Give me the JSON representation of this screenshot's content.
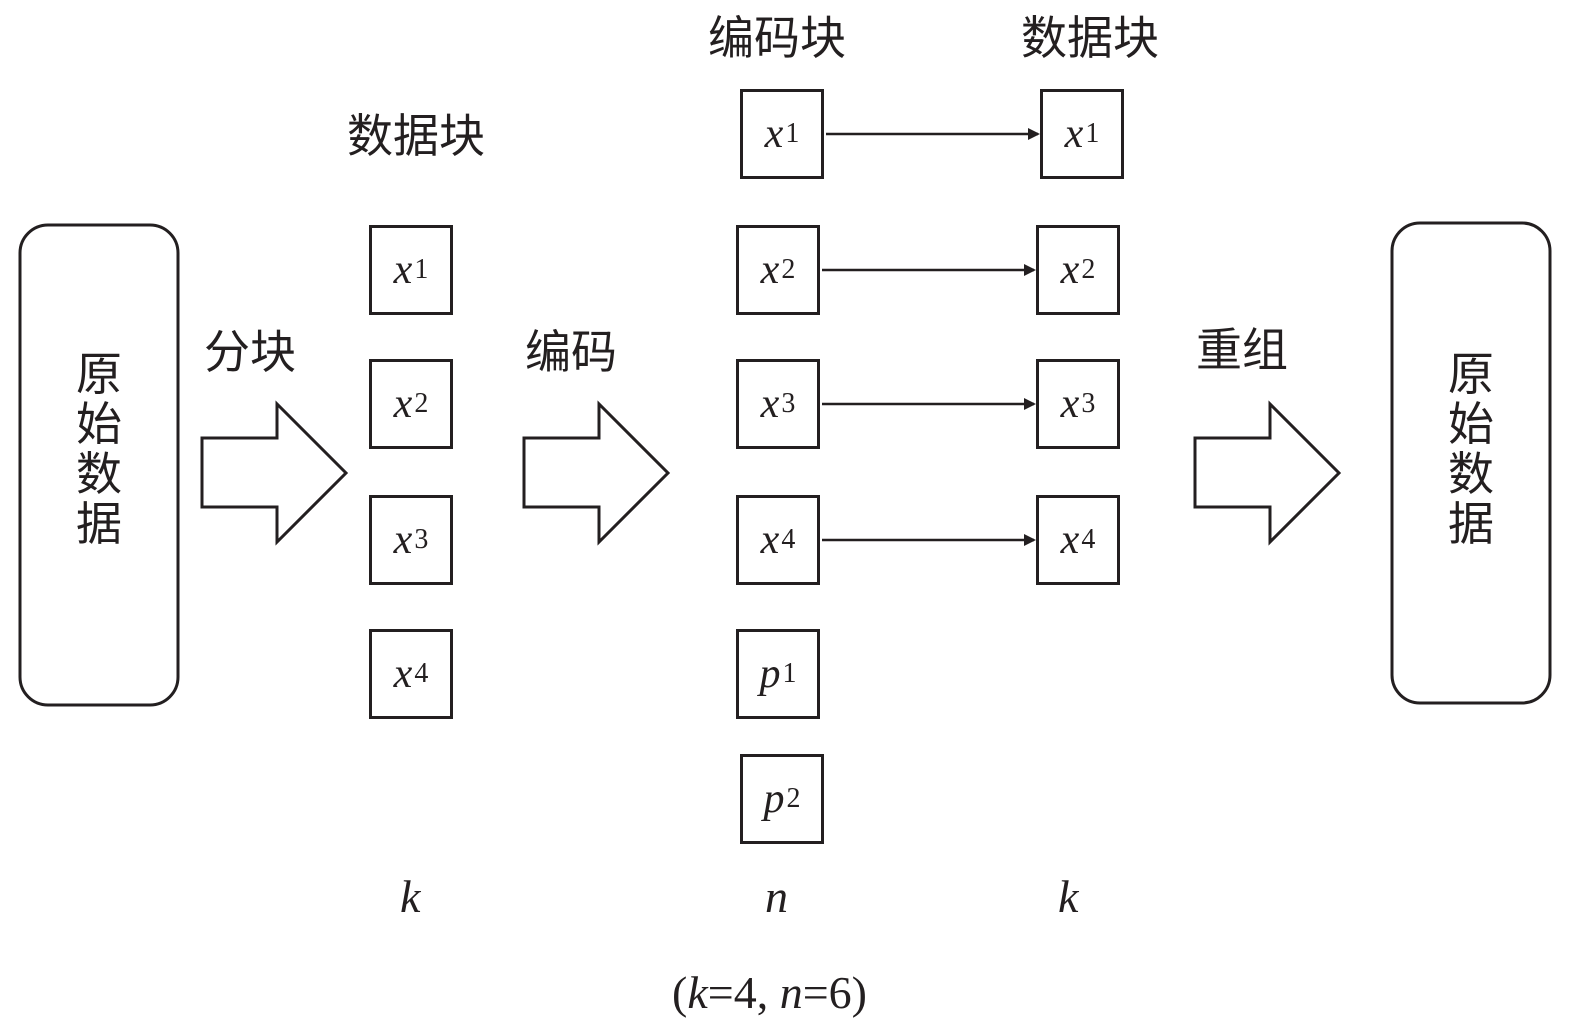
{
  "left_block": {
    "label": "原始数据"
  },
  "right_block": {
    "label": "原始数据"
  },
  "arrows": {
    "split": "分块",
    "encode": "编码",
    "reassemble": "重组"
  },
  "columns": {
    "data_blocks": {
      "title": "数据块",
      "items": [
        {
          "var": "x",
          "sub": "1"
        },
        {
          "var": "x",
          "sub": "2"
        },
        {
          "var": "x",
          "sub": "3"
        },
        {
          "var": "x",
          "sub": "4"
        }
      ],
      "count_label": "k"
    },
    "encoded_blocks": {
      "title": "编码块",
      "items": [
        {
          "var": "x",
          "sub": "1"
        },
        {
          "var": "x",
          "sub": "2"
        },
        {
          "var": "x",
          "sub": "3"
        },
        {
          "var": "x",
          "sub": "4"
        },
        {
          "var": "p",
          "sub": "1"
        },
        {
          "var": "p",
          "sub": "2"
        }
      ],
      "count_label": "n"
    },
    "recovered_blocks": {
      "title": "数据块",
      "items": [
        {
          "var": "x",
          "sub": "1"
        },
        {
          "var": "x",
          "sub": "2"
        },
        {
          "var": "x",
          "sub": "3"
        },
        {
          "var": "x",
          "sub": "4"
        }
      ],
      "count_label": "k"
    }
  },
  "caption": {
    "open": "(",
    "k": "k",
    "k_eq": "=4, ",
    "n": "n",
    "n_eq": "=6)"
  }
}
